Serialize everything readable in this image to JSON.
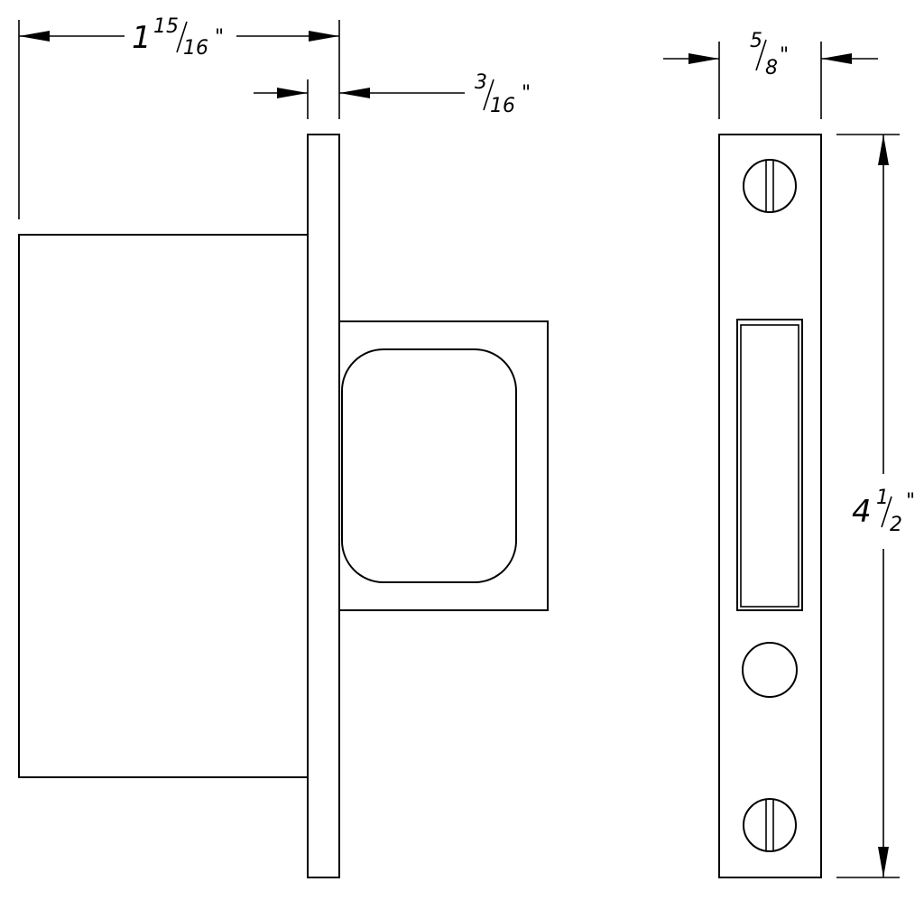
{
  "dimensions": {
    "depth": {
      "whole": "1",
      "numerator": "15",
      "denominator": "16",
      "unit": "\""
    },
    "faceplate_thickness": {
      "numerator": "3",
      "denominator": "16",
      "unit": "\""
    },
    "faceplate_width": {
      "numerator": "5",
      "denominator": "8",
      "unit": "\""
    },
    "faceplate_height": {
      "whole": "4",
      "numerator": "1",
      "denominator": "2",
      "unit": "\""
    }
  },
  "colors": {
    "line": "#000000",
    "background": "#ffffff"
  }
}
